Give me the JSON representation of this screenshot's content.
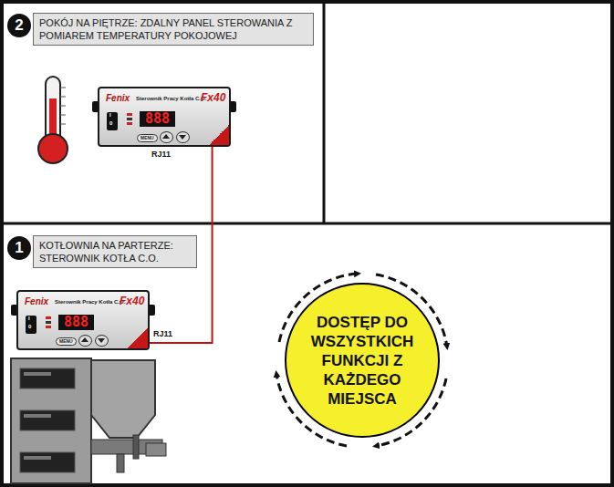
{
  "diagram": {
    "nodes": [
      {
        "text": [
          "POKÓJ NA PIĘTRZE: ZDALNY PANEL STEROWANIA Z POMIAREM TEMPERATURY POKOJOWEJ"
        ]
      },
      {
        "text": [
          "Fenix",
          "Sterownik Pracy Kotła C.O.",
          "Fx40",
          "888",
          "MENU"
        ]
      },
      {
        "text": [
          "KOTŁOWNIA NA PARTERZE: STEROWNIK KOTŁA C.O."
        ]
      },
      {
        "text": [
          "Fenix",
          "Sterownik Pracy Kotła C.O.",
          "Fx40",
          "888",
          "MENU"
        ]
      },
      {
        "text": [
          "DOSTĘP DO WSZYSTKICH FUNKCJI Z KAŻDEGO MIEJSCA"
        ]
      }
    ],
    "edges": [
      {
        "from": 1,
        "to": 3,
        "arrow": "none"
      }
    ],
    "labels": [
      "2",
      "1",
      "RJ11",
      "RJ11",
      "I",
      "0",
      "I",
      "0"
    ]
  }
}
